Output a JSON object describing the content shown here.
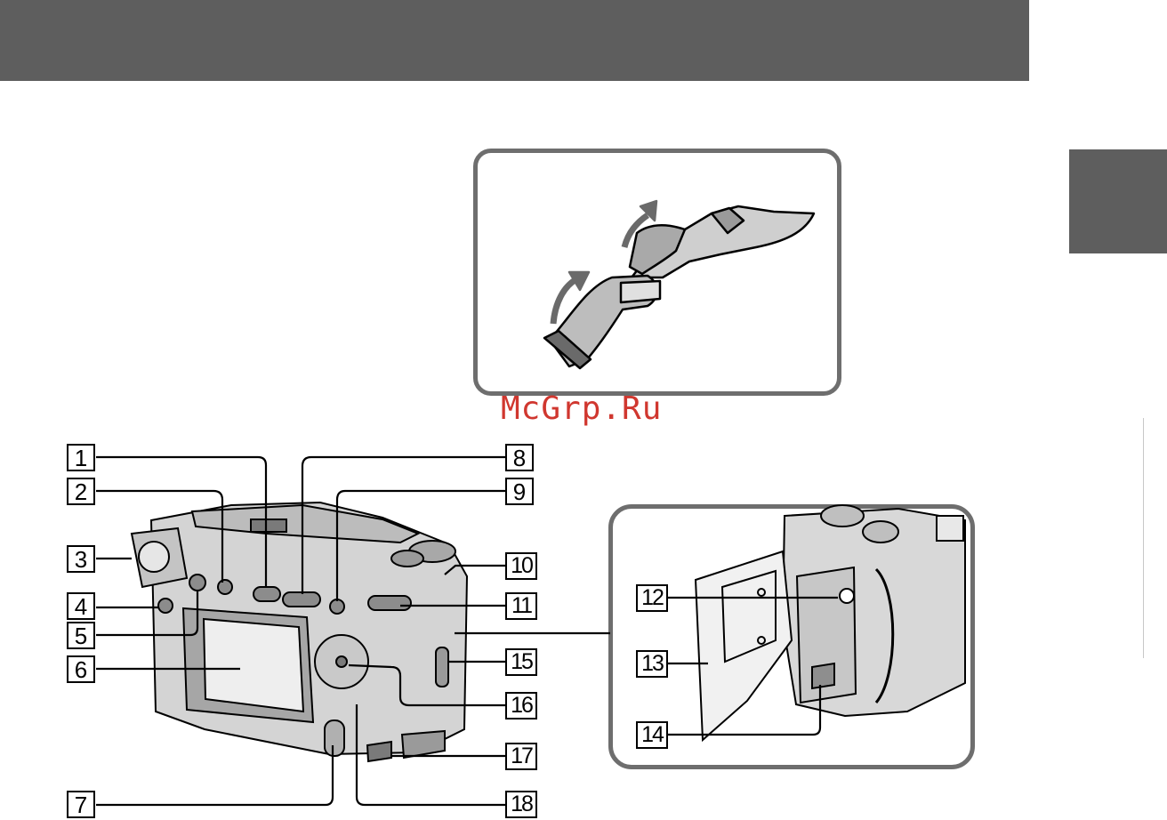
{
  "page": {
    "watermark": "McGrp.Ru",
    "colors": {
      "header": "#5e5e5e",
      "panel_border": "#6e6e6e",
      "watermark": "#d0372f"
    }
  },
  "callouts": [
    "1",
    "2",
    "3",
    "4",
    "5",
    "6",
    "7",
    "8",
    "9",
    "10",
    "11",
    "12",
    "13",
    "14",
    "15",
    "16",
    "17",
    "18"
  ]
}
